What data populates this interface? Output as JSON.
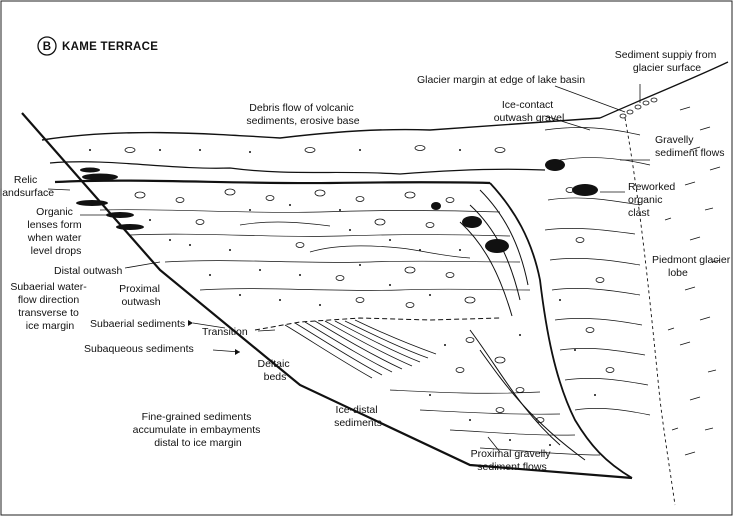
{
  "panel": {
    "letter": "B",
    "title": "KAME TERRACE"
  },
  "labels": {
    "sediment_supply": [
      "Sediment suppiy from",
      "glacier surface"
    ],
    "glacier_margin": [
      "Glacier margin at edge of lake basin"
    ],
    "debris_flow": [
      "Debris flow of volcanic",
      "sediments, erosive base"
    ],
    "ice_contact": [
      "Ice-contact",
      "outwash gravel"
    ],
    "gravelly_flows": [
      "Gravelly",
      "sediment flows"
    ],
    "relic": [
      "Relic",
      "landsurface"
    ],
    "organic_lenses": [
      "Organic",
      "lenses form",
      "when water",
      "level drops"
    ],
    "reworked_clast": [
      "Reworked",
      "organic",
      "clast"
    ],
    "distal_outwash": [
      "Distal outwash"
    ],
    "piedmont": [
      "Piedmont glacier",
      "lobe"
    ],
    "subaerial_flow": [
      "Subaerial water-",
      "flow direction",
      "transverse to",
      "ice margin"
    ],
    "proximal_outwash": [
      "Proximal",
      "outwash"
    ],
    "subaerial_sediments": [
      "Subaerial sediments"
    ],
    "transition": [
      "Transition"
    ],
    "subaqueous": [
      "Subaqueous sediments"
    ],
    "deltaic": [
      "Deltaic",
      "beds"
    ],
    "fine_grained": [
      "Fine-grained sediments",
      "accumulate in embayments",
      "distal to ice margin"
    ],
    "ice_distal": [
      "Ice-distal",
      "sediments"
    ],
    "proximal_gravelly": [
      "Proximal gravelly",
      "sediment flows"
    ]
  }
}
